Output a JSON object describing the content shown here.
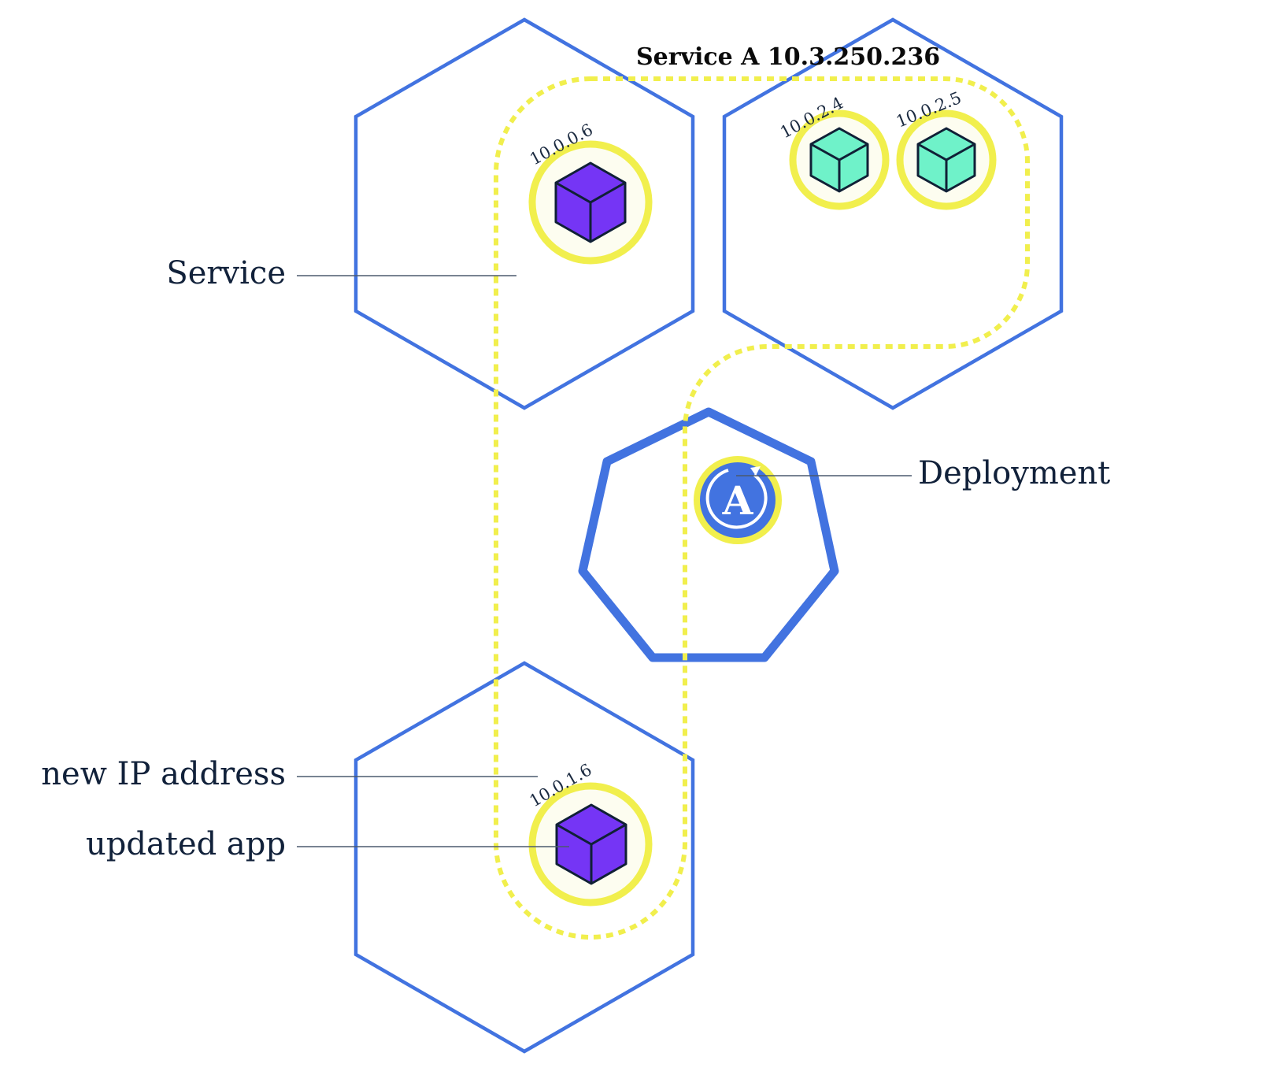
{
  "service": {
    "title": "Service A 10.3.250.236",
    "name": "Service A",
    "ip": "10.3.250.236"
  },
  "callouts": {
    "service": "Service",
    "deployment": "Deployment",
    "new_ip": "new IP address",
    "updated_app": "updated app"
  },
  "nodes": [
    {
      "id": "node-top-left",
      "pods": [
        "pod-1"
      ]
    },
    {
      "id": "node-top-right",
      "pods": [
        "pod-2",
        "pod-3"
      ]
    },
    {
      "id": "node-bottom",
      "pods": [
        "pod-4"
      ]
    }
  ],
  "pods": [
    {
      "id": "pod-1",
      "ip": "10.0.0.6",
      "color": "#7535f5",
      "version": "updated"
    },
    {
      "id": "pod-2",
      "ip": "10.0.2.4",
      "color": "#6ff2c9",
      "version": "old"
    },
    {
      "id": "pod-3",
      "ip": "10.0.2.5",
      "color": "#6ff2c9",
      "version": "old"
    },
    {
      "id": "pod-4",
      "ip": "10.0.1.6",
      "color": "#7535f5",
      "version": "updated"
    }
  ],
  "deployment": {
    "letter": "A",
    "icon": "deployment-rollout-icon"
  },
  "colors": {
    "node_outline": "#4273e0",
    "service_outline": "#f1ef4d",
    "pod_ring": "#f1ef4d",
    "updated_pod": "#7535f5",
    "old_pod": "#6ff2c9",
    "text": "#11213a"
  }
}
